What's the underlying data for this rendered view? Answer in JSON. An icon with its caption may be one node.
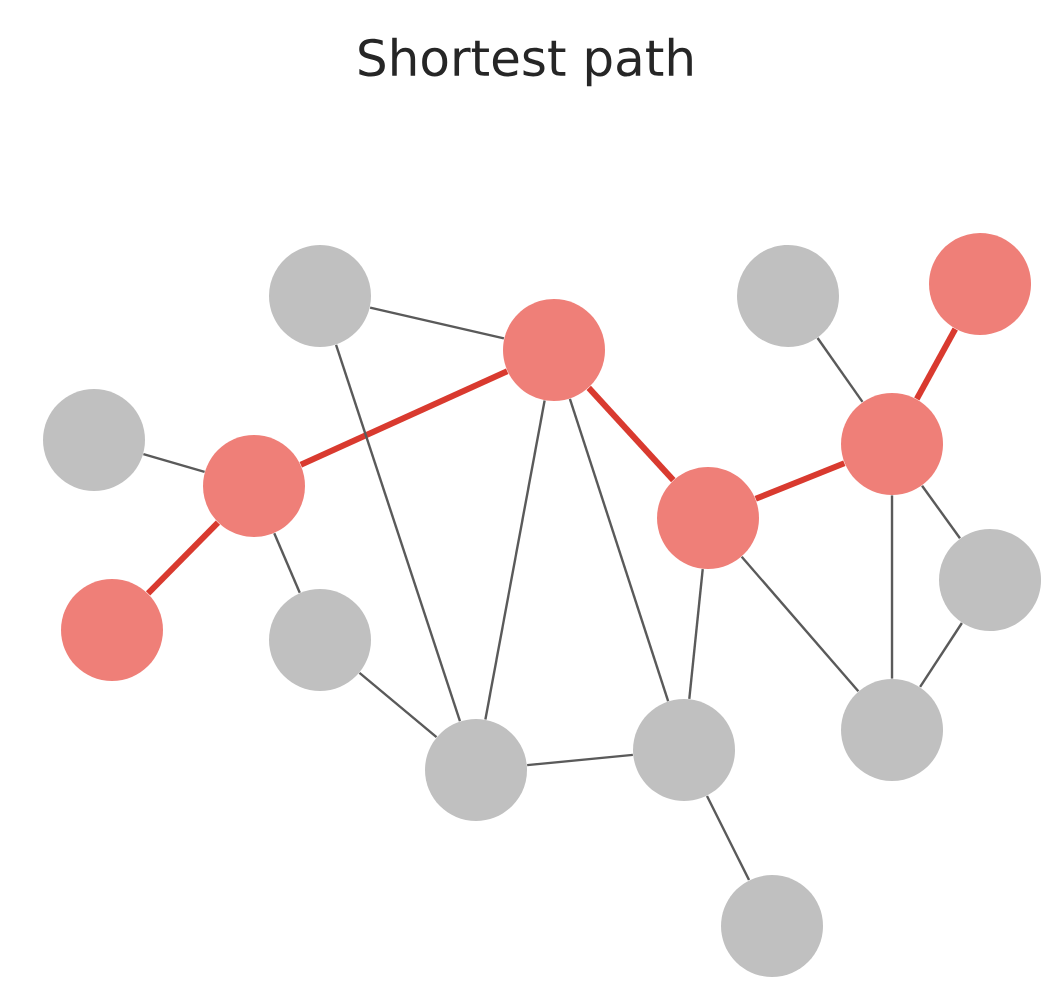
{
  "diagram": {
    "title": "Shortest path",
    "nodes": [
      {
        "text": [],
        "shape": "circle"
      },
      {
        "text": [],
        "shape": "circle"
      },
      {
        "text": [],
        "shape": "circle"
      },
      {
        "text": [],
        "shape": "circle"
      },
      {
        "text": [],
        "shape": "circle"
      },
      {
        "text": [],
        "shape": "circle"
      },
      {
        "text": [],
        "shape": "circle"
      },
      {
        "text": [],
        "shape": "circle"
      },
      {
        "text": [],
        "shape": "circle"
      },
      {
        "text": [],
        "shape": "circle"
      },
      {
        "text": [],
        "shape": "circle"
      },
      {
        "text": [],
        "shape": "circle"
      },
      {
        "text": [],
        "shape": "circle"
      },
      {
        "text": [],
        "shape": "circle"
      },
      {
        "text": [],
        "shape": "circle"
      }
    ],
    "edges": [
      {
        "from": 1,
        "to": 3,
        "arrow": "none"
      },
      {
        "from": 4,
        "to": 6,
        "arrow": "none"
      },
      {
        "from": 6,
        "to": 3,
        "arrow": "none",
        "style": "thick",
        "color": "#d93a2f"
      },
      {
        "from": 6,
        "to": 9,
        "arrow": "none",
        "style": "thick",
        "color": "#d93a2f"
      },
      {
        "from": 6,
        "to": 10,
        "arrow": "none"
      },
      {
        "from": 1,
        "to": 13,
        "arrow": "none"
      },
      {
        "from": 10,
        "to": 13,
        "arrow": "none"
      },
      {
        "from": 3,
        "to": 13,
        "arrow": "none"
      },
      {
        "from": 3,
        "to": 12,
        "arrow": "none"
      },
      {
        "from": 3,
        "to": 7,
        "arrow": "none",
        "style": "thick",
        "color": "#d93a2f"
      },
      {
        "from": 13,
        "to": 12,
        "arrow": "none"
      },
      {
        "from": 7,
        "to": 12,
        "arrow": "none"
      },
      {
        "from": 7,
        "to": 11,
        "arrow": "none"
      },
      {
        "from": 12,
        "to": 14,
        "arrow": "none"
      },
      {
        "from": 7,
        "to": 5,
        "arrow": "none",
        "style": "thick",
        "color": "#d93a2f"
      },
      {
        "from": 5,
        "to": 0,
        "arrow": "none",
        "style": "thick",
        "color": "#d93a2f"
      },
      {
        "from": 2,
        "to": 5,
        "arrow": "none"
      },
      {
        "from": 5,
        "to": 11,
        "arrow": "none"
      },
      {
        "from": 5,
        "to": 8,
        "arrow": "none"
      },
      {
        "from": 8,
        "to": 11,
        "arrow": "none"
      }
    ]
  }
}
